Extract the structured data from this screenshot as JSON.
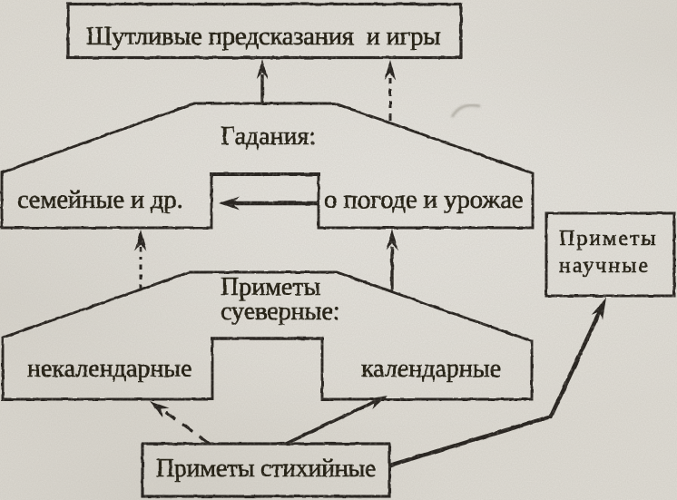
{
  "paper": {
    "background": "#e5e2db",
    "ink": "#2a2620"
  },
  "nodes": {
    "top_box": {
      "label": "Шутливые предсказания  и игры"
    },
    "gadaniya": {
      "title": "Гадания:",
      "left_compartment": "семейные и др.",
      "right_compartment": "о погоде и урожае"
    },
    "suyevernye": {
      "title_line1": "Приметы",
      "title_line2": "суеверные:",
      "left_compartment": "некалендарные",
      "right_compartment": "календарные"
    },
    "nauchnye": {
      "label_line1": "Приметы",
      "label_line2": "научные"
    },
    "stikhiynye": {
      "label": "Приметы стихийные"
    }
  },
  "edges": [
    {
      "from": "gadaniya",
      "to": "top_box",
      "style": "solid"
    },
    {
      "from": "gadaniya",
      "to": "top_box",
      "style": "dashed"
    },
    {
      "from": "gadaniya.right_compartment",
      "to": "gadaniya.left_compartment",
      "style": "thick-solid"
    },
    {
      "from": "suyevernye",
      "to": "gadaniya.left_compartment",
      "style": "dashed"
    },
    {
      "from": "suyevernye",
      "to": "gadaniya.right_compartment",
      "style": "solid"
    },
    {
      "from": "stikhiynye",
      "to": "suyevernye.left_compartment",
      "style": "dashed"
    },
    {
      "from": "stikhiynye",
      "to": "suyevernye.right_compartment",
      "style": "solid"
    },
    {
      "from": "stikhiynye",
      "to": "nauchnye",
      "style": "solid",
      "shape": "bent"
    }
  ]
}
